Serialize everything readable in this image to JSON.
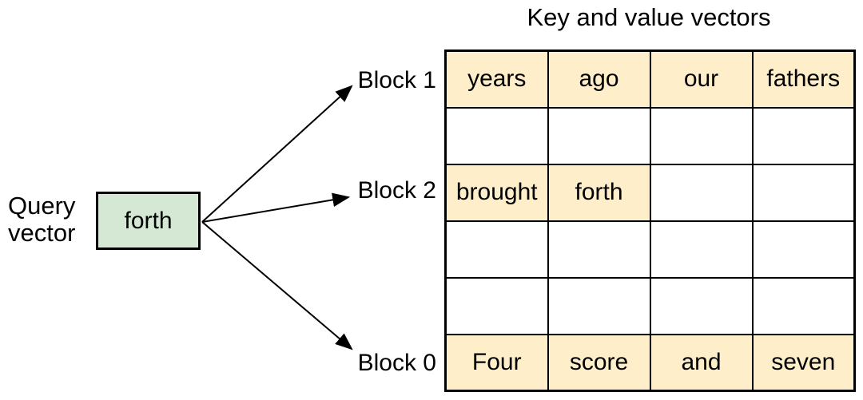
{
  "title": "Key and value vectors",
  "query_vector": {
    "label_lines": [
      "Query",
      "vector"
    ],
    "token": "forth"
  },
  "blocks": [
    {
      "label": "Block 1",
      "row_index": 0
    },
    {
      "label": "Block 2",
      "row_index": 2
    },
    {
      "label": "Block 0",
      "row_index": 5
    }
  ],
  "table": {
    "rows": [
      {
        "cells": [
          {
            "text": "years",
            "filled": true
          },
          {
            "text": "ago",
            "filled": true
          },
          {
            "text": "our",
            "filled": true
          },
          {
            "text": "fathers",
            "filled": true
          }
        ]
      },
      {
        "cells": [
          {
            "text": "",
            "filled": false
          },
          {
            "text": "",
            "filled": false
          },
          {
            "text": "",
            "filled": false
          },
          {
            "text": "",
            "filled": false
          }
        ]
      },
      {
        "cells": [
          {
            "text": "brought",
            "filled": true
          },
          {
            "text": "forth",
            "filled": true
          },
          {
            "text": "",
            "filled": false
          },
          {
            "text": "",
            "filled": false
          }
        ]
      },
      {
        "cells": [
          {
            "text": "",
            "filled": false
          },
          {
            "text": "",
            "filled": false
          },
          {
            "text": "",
            "filled": false
          },
          {
            "text": "",
            "filled": false
          }
        ]
      },
      {
        "cells": [
          {
            "text": "",
            "filled": false
          },
          {
            "text": "",
            "filled": false
          },
          {
            "text": "",
            "filled": false
          },
          {
            "text": "",
            "filled": false
          }
        ]
      },
      {
        "cells": [
          {
            "text": "Four",
            "filled": true
          },
          {
            "text": "score",
            "filled": true
          },
          {
            "text": "and",
            "filled": true
          },
          {
            "text": "seven",
            "filled": true
          }
        ]
      }
    ]
  },
  "colors": {
    "cell_highlight": "#ffeeca",
    "query_box_fill": "#d5e8d4",
    "line": "#000000",
    "background": "#ffffff"
  }
}
